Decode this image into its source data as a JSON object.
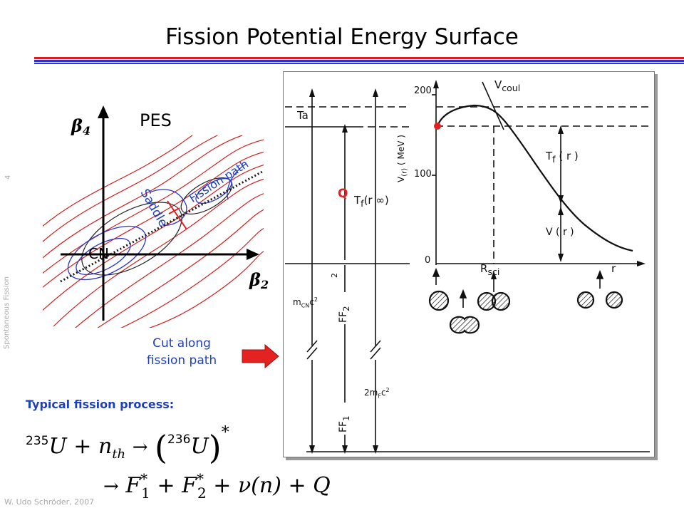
{
  "slide": {
    "title": "Fission Potential Energy Surface",
    "page_number": "4",
    "side_label": "Spontaneous Fission",
    "footer": "W. Udo Schröder, 2007"
  },
  "pes": {
    "label": "PES",
    "beta4": "β4",
    "beta2": "β2",
    "cn": "CN",
    "saddle": "Saddle",
    "fission_path": "Fission path"
  },
  "cut": {
    "line1": "Cut along",
    "line2": "fission path"
  },
  "process": {
    "heading": "Typical fission process:"
  },
  "equation": {
    "pre235": "235",
    "u": "U",
    "plus": "+",
    "n": "n",
    "th": "th",
    "arrow": "→",
    "pre236": "236",
    "star": "*",
    "f": "F",
    "one": "1",
    "two": "2",
    "nu": "ν(n)",
    "q": "Q"
  },
  "plot": {
    "ta": "Ta",
    "q": "Q",
    "tf_inf": "T",
    "tf_inf_sub": "f",
    "tf_inf_arg": "(r    ∞)",
    "mcn": "m",
    "mcn_sub": "CN",
    "mcn_rest": "c",
    "mcn_sup": "2",
    "two_mf": "2m",
    "two_mf_sub": "F",
    "two_mf_rest": "c",
    "two_mf_sup": "2",
    "ff2": "FF",
    "ff2_sub": "2",
    "ff1": "FF",
    "ff1_sub": "1",
    "two": "2",
    "y_axis": "V",
    "y_axis_sub": "(r)",
    "y_axis_units": "( MeV )",
    "tick_200": "200",
    "tick_100": "100",
    "tick_0": "0",
    "vcoul": "V",
    "vcoul_sub": "coul",
    "tf_r": "T",
    "tf_r_sub": "f",
    "tf_r_arg": "( r )",
    "v_r": "V ( r )",
    "rsci": "R",
    "rsci_sub": "sci",
    "r": "r"
  },
  "colors": {
    "accent_blue": "#1f3fbf",
    "accent_red": "#e02020",
    "rule_red": "#d61f1f",
    "rule_blue": "#2b35c8"
  }
}
